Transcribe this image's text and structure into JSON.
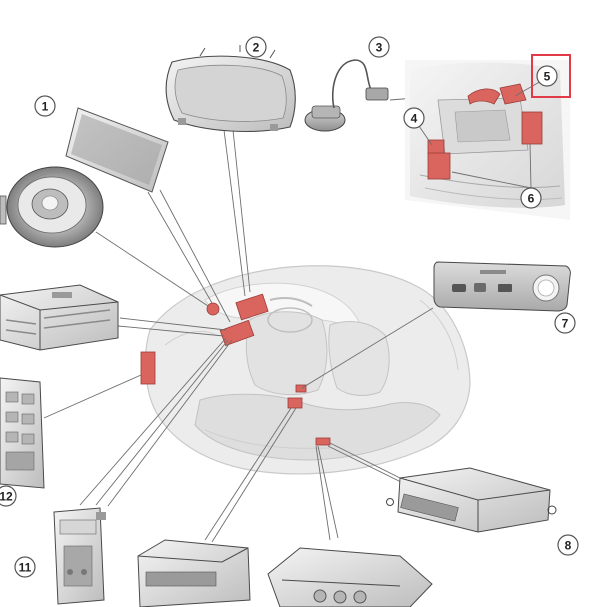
{
  "callouts": {
    "c1": "1",
    "c2": "2",
    "c3": "3",
    "c4": "4",
    "c5": "5",
    "c6": "6",
    "c7": "7",
    "c8": "8",
    "c11": "11",
    "c12": "12"
  },
  "colors": {
    "highlight_box": "#e03b46",
    "module_red": "#d9655e",
    "vehicle_ghost": "#e9e9e9",
    "part_grey": "#cfcfcf",
    "leader_line": "#6e6e6e"
  }
}
